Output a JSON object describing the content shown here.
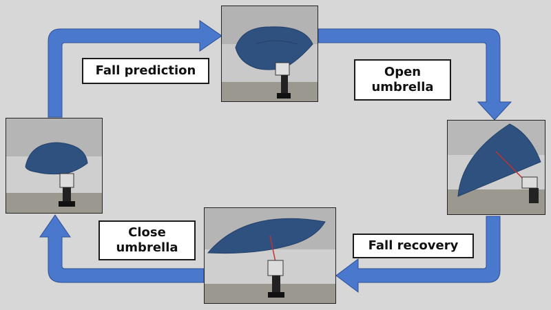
{
  "colors": {
    "background": "#d7d7d7",
    "arrow": "#4a78cd",
    "arrow_outline": "#2c4f95",
    "umbrella": "#2f5180"
  },
  "labels": {
    "fall_prediction": "Fall prediction",
    "open_umbrella": "Open\numbrella",
    "fall_recovery": "Fall recovery",
    "close_umbrella": "Close\numbrella"
  },
  "photos": [
    {
      "id": "top",
      "state": "closing umbrella, robot falling"
    },
    {
      "id": "right",
      "state": "open umbrella, robot tilted"
    },
    {
      "id": "bottom",
      "state": "open umbrella, robot upright"
    },
    {
      "id": "left",
      "state": "closed umbrella, robot upright"
    }
  ]
}
